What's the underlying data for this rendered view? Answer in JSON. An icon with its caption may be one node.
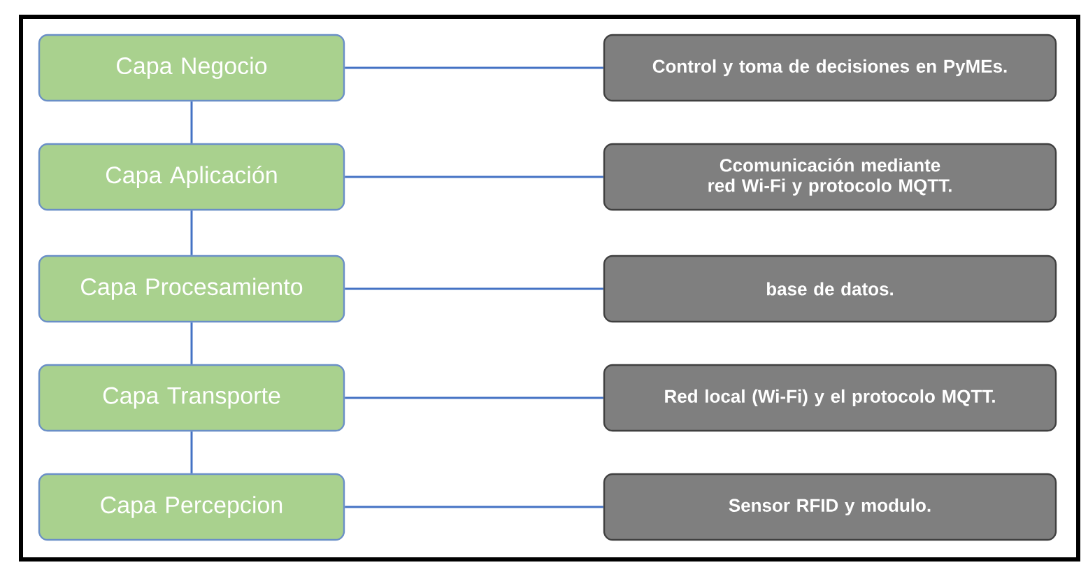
{
  "diagram": {
    "nodes": [
      {
        "text": [
          "Capa Negocio"
        ]
      },
      {
        "text": [
          "Control y toma de decisiones en PyMEs."
        ]
      },
      {
        "text": [
          "Capa Aplicación"
        ]
      },
      {
        "text": [
          "Ccomunicación mediante red Wi-Fi y protocolo MQTT."
        ]
      },
      {
        "text": [
          "Capa Procesamiento"
        ]
      },
      {
        "text": [
          "base de datos."
        ]
      },
      {
        "text": [
          "Capa Transporte"
        ]
      },
      {
        "text": [
          "Red local (Wi-Fi) y el protocolo MQTT."
        ]
      },
      {
        "text": [
          "Capa Percepcion"
        ]
      },
      {
        "text": [
          "Sensor RFID y modulo."
        ]
      }
    ],
    "edges": [
      {
        "from": 0,
        "to": 1,
        "arrow": "none"
      },
      {
        "from": 0,
        "to": 2,
        "arrow": "none"
      },
      {
        "from": 2,
        "to": 3,
        "arrow": "none"
      },
      {
        "from": 2,
        "to": 4,
        "arrow": "none"
      },
      {
        "from": 4,
        "to": 5,
        "arrow": "none"
      },
      {
        "from": 4,
        "to": 6,
        "arrow": "none"
      },
      {
        "from": 6,
        "to": 7,
        "arrow": "none"
      },
      {
        "from": 6,
        "to": 8,
        "arrow": "none"
      },
      {
        "from": 8,
        "to": 9,
        "arrow": "none"
      }
    ]
  }
}
